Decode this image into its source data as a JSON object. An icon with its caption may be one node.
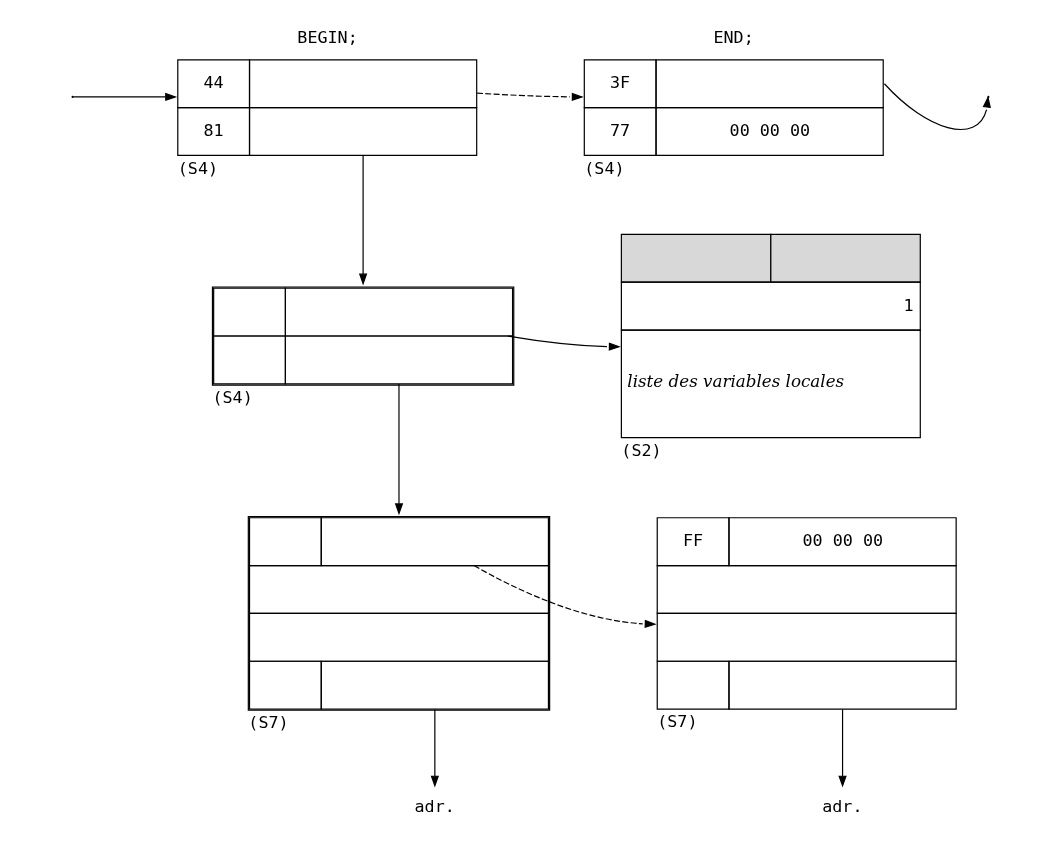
{
  "diagram": {
    "nodes": [
      {
        "text": [
          "BEGIN;",
          "44",
          "81"
        ],
        "beside": [
          "(S4)"
        ]
      },
      {
        "text": [
          "END;",
          "3F",
          "77",
          "00 00 00"
        ],
        "beside": [
          "(S4)"
        ]
      },
      {
        "text": [],
        "shape": "box",
        "beside": [
          "(S4)"
        ]
      },
      {
        "text": [
          "1",
          "liste des variables locales"
        ],
        "beside": [
          "(S2)"
        ]
      },
      {
        "text": [],
        "shape": "box",
        "beside": [
          "(S7)"
        ]
      },
      {
        "text": [
          "FF",
          "00 00 00"
        ],
        "beside": [
          "(S7)"
        ]
      },
      {
        "text": [
          "adr."
        ]
      },
      {
        "text": [
          "adr."
        ]
      }
    ],
    "edges": [
      {
        "from": null,
        "to": 0,
        "arrow": "to"
      },
      {
        "from": 0,
        "to": 1,
        "arrow": "to",
        "style": "dashed"
      },
      {
        "from": 1,
        "to": null,
        "arrow": "to"
      },
      {
        "from": 0,
        "to": 2,
        "arrow": "to"
      },
      {
        "from": 2,
        "to": 3,
        "arrow": "to"
      },
      {
        "from": 2,
        "to": 4,
        "arrow": "to"
      },
      {
        "from": 4,
        "to": 5,
        "arrow": "to",
        "style": "dashed"
      },
      {
        "from": 4,
        "to": 6,
        "arrow": "to"
      },
      {
        "from": 5,
        "to": 7,
        "arrow": "to"
      }
    ]
  }
}
